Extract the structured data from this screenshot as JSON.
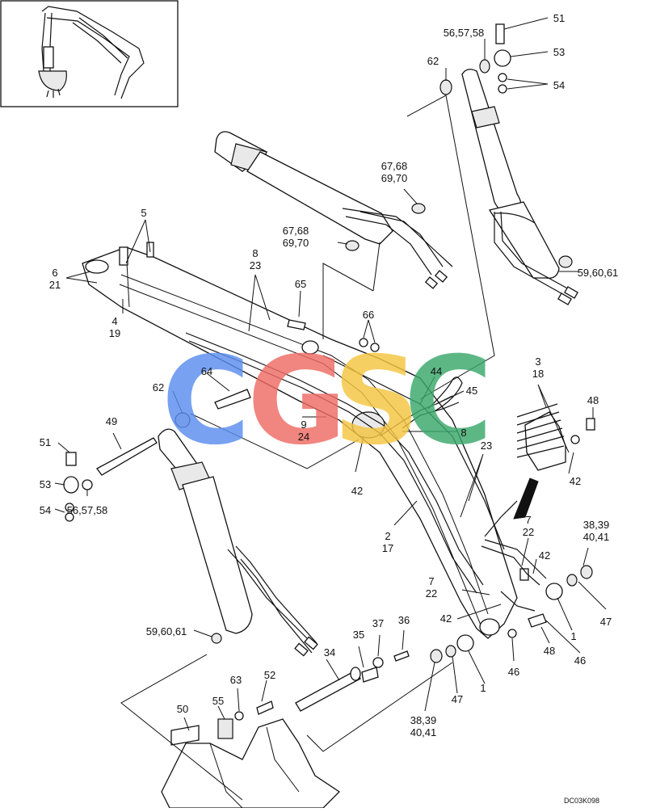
{
  "diagram_code": "DC03K098",
  "watermark": {
    "text": "CGSC",
    "letters": [
      "C",
      "G",
      "S",
      "C"
    ],
    "colors": [
      "#5b8def",
      "#ee6b63",
      "#f5c542",
      "#3aa86b"
    ]
  },
  "thumbnail_label": "locator-thumbnail",
  "callouts": [
    {
      "id": "c51a",
      "lines": [
        "51"
      ]
    },
    {
      "id": "c565758a",
      "lines": [
        "56,57,58"
      ]
    },
    {
      "id": "c53a",
      "lines": [
        "53"
      ]
    },
    {
      "id": "c62a",
      "lines": [
        "62"
      ]
    },
    {
      "id": "c54a",
      "lines": [
        "54"
      ]
    },
    {
      "id": "c67a",
      "lines": [
        "67,68",
        "69,70"
      ]
    },
    {
      "id": "c67b",
      "lines": [
        "67,68",
        "69,70"
      ]
    },
    {
      "id": "c5",
      "lines": [
        "5"
      ]
    },
    {
      "id": "c6",
      "lines": [
        "6",
        "21"
      ]
    },
    {
      "id": "c8a",
      "lines": [
        "8",
        "23"
      ]
    },
    {
      "id": "c65",
      "lines": [
        "65"
      ]
    },
    {
      "id": "c596061a",
      "lines": [
        "59,60,61"
      ]
    },
    {
      "id": "c4",
      "lines": [
        "4",
        "19"
      ]
    },
    {
      "id": "c66",
      "lines": [
        "66"
      ]
    },
    {
      "id": "c318",
      "lines": [
        "3",
        "18"
      ]
    },
    {
      "id": "c64",
      "lines": [
        "64"
      ]
    },
    {
      "id": "c62b",
      "lines": [
        "62"
      ]
    },
    {
      "id": "c44",
      "lines": [
        "44"
      ]
    },
    {
      "id": "c45",
      "lines": [
        "45"
      ]
    },
    {
      "id": "c48a",
      "lines": [
        "48"
      ]
    },
    {
      "id": "c924",
      "lines": [
        "9",
        "24"
      ]
    },
    {
      "id": "c8b",
      "lines": [
        "8"
      ]
    },
    {
      "id": "c49",
      "lines": [
        "49"
      ]
    },
    {
      "id": "c51b",
      "lines": [
        "51"
      ]
    },
    {
      "id": "c42a",
      "lines": [
        "42"
      ]
    },
    {
      "id": "c23",
      "lines": [
        "23"
      ]
    },
    {
      "id": "c42b",
      "lines": [
        "42"
      ]
    },
    {
      "id": "c53b",
      "lines": [
        "53"
      ]
    },
    {
      "id": "c54b",
      "lines": [
        "54"
      ]
    },
    {
      "id": "c565758b",
      "lines": [
        "56,57,58"
      ]
    },
    {
      "id": "c217",
      "lines": [
        "2",
        "17"
      ]
    },
    {
      "id": "c722a",
      "lines": [
        "7",
        "22"
      ]
    },
    {
      "id": "c38a",
      "lines": [
        "38,39",
        "40,41"
      ]
    },
    {
      "id": "c42c",
      "lines": [
        "42"
      ]
    },
    {
      "id": "c722b",
      "lines": [
        "7",
        "22"
      ]
    },
    {
      "id": "c42d",
      "lines": [
        "42"
      ]
    },
    {
      "id": "c47a",
      "lines": [
        "47"
      ]
    },
    {
      "id": "c1a",
      "lines": [
        "1"
      ]
    },
    {
      "id": "c596061b",
      "lines": [
        "59,60,61"
      ]
    },
    {
      "id": "c37",
      "lines": [
        "37"
      ]
    },
    {
      "id": "c36",
      "lines": [
        "36"
      ]
    },
    {
      "id": "c35",
      "lines": [
        "35"
      ]
    },
    {
      "id": "c48b",
      "lines": [
        "48"
      ]
    },
    {
      "id": "c46a",
      "lines": [
        "46"
      ]
    },
    {
      "id": "c46b",
      "lines": [
        "46"
      ]
    },
    {
      "id": "c34",
      "lines": [
        "34"
      ]
    },
    {
      "id": "c63",
      "lines": [
        "63"
      ]
    },
    {
      "id": "c52",
      "lines": [
        "52"
      ]
    },
    {
      "id": "c47b",
      "lines": [
        "47"
      ]
    },
    {
      "id": "c1b",
      "lines": [
        "1"
      ]
    },
    {
      "id": "c38b",
      "lines": [
        "38,39",
        "40,41"
      ]
    },
    {
      "id": "c50",
      "lines": [
        "50"
      ]
    },
    {
      "id": "c55",
      "lines": [
        "55"
      ]
    }
  ]
}
